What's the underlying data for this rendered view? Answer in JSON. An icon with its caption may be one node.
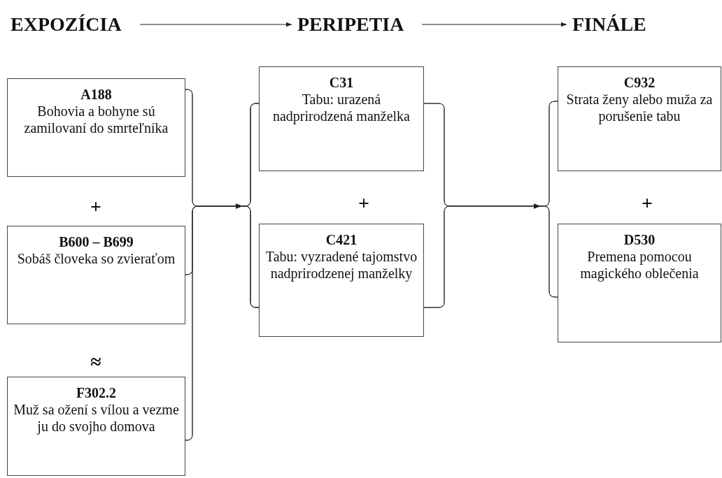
{
  "diagram": {
    "nodes": [
      {
        "text": [
          "EXPOZÍCIA"
        ]
      },
      {
        "text": [
          "PERIPETIA"
        ]
      },
      {
        "text": [
          "FINÁLE"
        ]
      },
      {
        "text": [
          "A188",
          "Bohovia a bohyne sú zamilovaní do smrteľníka"
        ]
      },
      {
        "text": [
          "B600 – B699",
          "Sobáš človeka so zvieraťom"
        ]
      },
      {
        "text": [
          "F302.2",
          "Muž sa ožení s vílou a vezme ju do svojho domova"
        ]
      },
      {
        "text": [
          "C31",
          "Tabu: urazená nadprirodzená manželka"
        ]
      },
      {
        "text": [
          "C421",
          "Tabu: vyzradené tajomstvo nadprirodzenej manželky"
        ]
      },
      {
        "text": [
          "C932",
          "Strata ženy alebo muža za porušenie tabu"
        ]
      },
      {
        "text": [
          "D530",
          "Premena pomocou magického oblečenia"
        ]
      }
    ],
    "edges": [
      {
        "from": 0,
        "to": 1,
        "arrow": "to"
      },
      {
        "from": 1,
        "to": 2,
        "arrow": "to"
      },
      {
        "from": 3,
        "to": 6,
        "arrow": "to"
      },
      {
        "from": 3,
        "to": 7,
        "arrow": "to"
      },
      {
        "from": 4,
        "to": 6,
        "arrow": "to"
      },
      {
        "from": 4,
        "to": 7,
        "arrow": "to"
      },
      {
        "from": 5,
        "to": 6,
        "arrow": "to"
      },
      {
        "from": 5,
        "to": 7,
        "arrow": "to"
      },
      {
        "from": 6,
        "to": 8,
        "arrow": "to"
      },
      {
        "from": 6,
        "to": 9,
        "arrow": "to"
      },
      {
        "from": 7,
        "to": 8,
        "arrow": "to"
      },
      {
        "from": 7,
        "to": 9,
        "arrow": "to"
      }
    ],
    "labels": [
      "+",
      "+",
      "+",
      "≈"
    ]
  }
}
